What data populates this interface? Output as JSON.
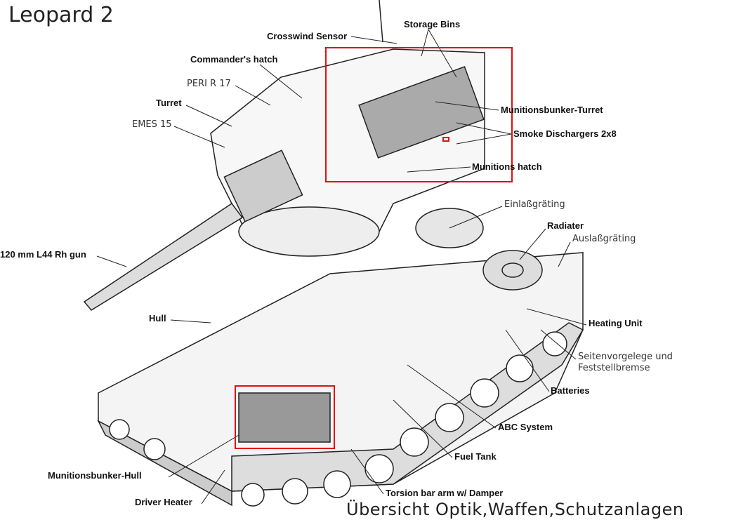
{
  "title": "Leopard 2",
  "subtitle": "Übersicht Optik,Waffen,Schutzanlagen",
  "highlight_color": "#e01010",
  "labels": {
    "storage_bins": "Storage Bins",
    "crosswind_sensor": "Crosswind Sensor",
    "commanders_hatch": "Commander's hatch",
    "peri": "PERI R 17",
    "turret": "Turret",
    "emes": "EMES 15",
    "munitionsbunker_turret": "Munitionsbunker-Turret",
    "smoke_dischargers": "Smoke Dischargers 2x8",
    "munitions_hatch": "Munitions hatch",
    "einlass": "Einlaßgräting",
    "radiater": "Radiater",
    "auslass": "Auslaßgräting",
    "gun": "120 mm L44 Rh gun",
    "hull": "Hull",
    "heating_unit": "Heating Unit",
    "seitenvorgelege_1": "Seitenvorgelege und",
    "seitenvorgelege_2": "Feststellbremse",
    "batteries": "Batteries",
    "abc_system": "ABC System",
    "fuel_tank": "Fuel Tank",
    "munitionsbunker_hull": "Munitionsbunker-Hull",
    "driver_heater": "Driver Heater",
    "torsion_bar": "Torsion bar arm w/ Damper"
  }
}
